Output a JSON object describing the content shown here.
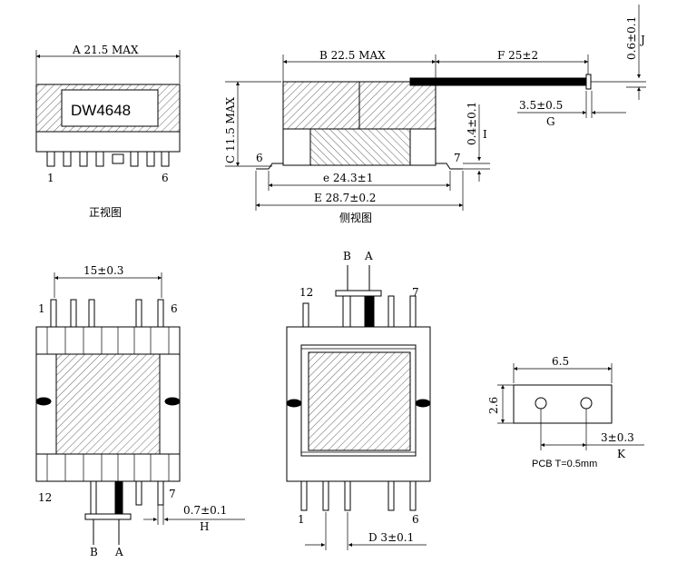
{
  "front_view": {
    "dim_a": "A 21.5 MAX",
    "part_number": "DW4648",
    "pin_left": "1",
    "pin_right": "6",
    "caption": "正视图"
  },
  "side_view": {
    "dim_b": "B 22.5 MAX",
    "dim_f": "F 25±2",
    "dim_j": "0.6±0.1",
    "label_j": "J",
    "dim_c": "C 11.5 MAX",
    "dim_g": "3.5±0.5",
    "label_g": "G",
    "dim_i": "0.4±0.1",
    "label_i": "I",
    "pin_left": "6",
    "pin_right": "7",
    "dim_e_small": "e 24.3±1",
    "dim_e_big": "E 28.7±0.2",
    "caption": "侧视图"
  },
  "bottom_left": {
    "dim_15": "15±0.3",
    "pin_1": "1",
    "pin_6": "6",
    "pin_12": "12",
    "pin_7": "7",
    "dim_h": "0.7±0.1",
    "label_h": "H",
    "lead_b": "B",
    "lead_a": "A"
  },
  "bottom_center": {
    "lead_b": "B",
    "lead_a": "A",
    "pin_12": "12",
    "pin_7": "7",
    "pin_1": "1",
    "pin_6": "6",
    "dim_d": "D 3±0.1"
  },
  "pcb": {
    "dim_w": "6.5",
    "dim_h": "2.6",
    "dim_k": "3±0.3",
    "label_k": "K",
    "note": "PCB T=0.5mm"
  }
}
